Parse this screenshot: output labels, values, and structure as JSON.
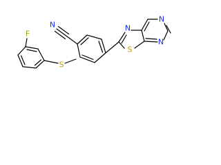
{
  "molecule": {
    "atom_labels": {
      "fluorine": "F",
      "sulfur_bridge": "S",
      "nitrile_nitrogen": "N",
      "thiazole_nitrogen": "N",
      "thiazole_sulfur": "S",
      "pyrimidine_nitrogen_top": "N",
      "pyrimidine_nitrogen_bottom": "N"
    },
    "colors": {
      "bond": "#000000",
      "carbon": "#000000",
      "fluorine": "#90b000",
      "sulfur": "#b8a000",
      "nitrogen": "#1e28ff"
    }
  }
}
